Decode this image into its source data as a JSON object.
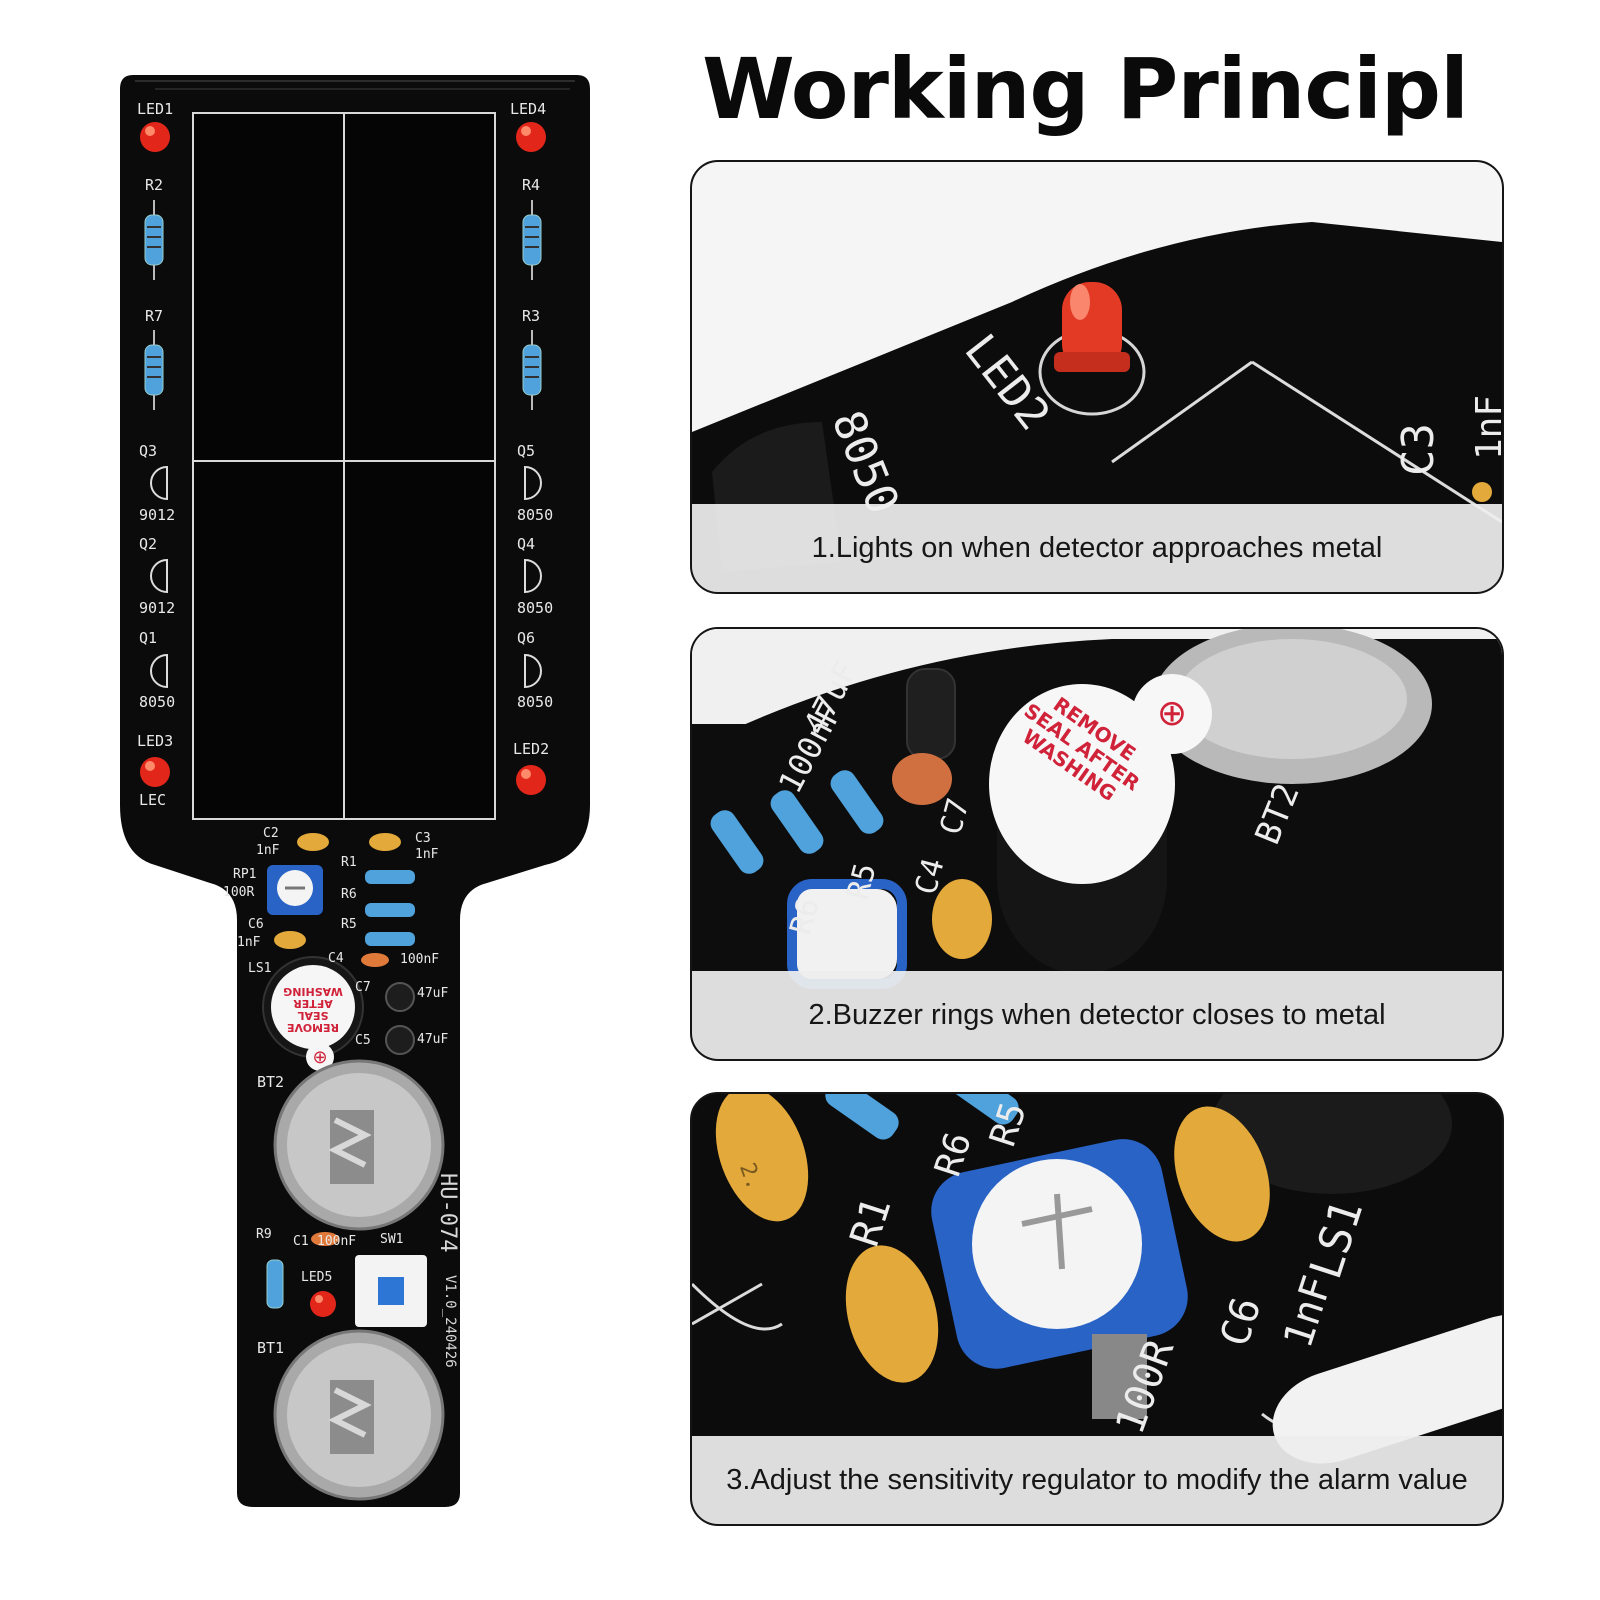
{
  "title": "Working Principl",
  "board": {
    "labels": {
      "led1": "LED1",
      "led4": "LED4",
      "r2": "R2",
      "r4": "R4",
      "r7": "R7",
      "r3": "R3",
      "q3": "Q3",
      "q3_part": "9012",
      "q5": "Q5",
      "q5_part": "8050",
      "q2": "Q2",
      "q2_part": "9012",
      "q4": "Q4",
      "q4_part": "8050",
      "q1": "Q1",
      "q1_part": "8050",
      "q6": "Q6",
      "q6_part": "8050",
      "led3": "LED3",
      "led3_sub": "LEC",
      "led2": "LED2",
      "c2": "C2",
      "c2_val": "1nF",
      "c3": "C3",
      "c3_val": "1nF",
      "rp1": "RP1",
      "rp1_val": "100R",
      "r1": "R1",
      "r6": "R6",
      "r5": "R5",
      "c6": "C6",
      "c6_val": "1nF",
      "c4": "C4",
      "c4_val": "100nF",
      "ls1": "LS1",
      "c7": "C7",
      "c7_val": "47uF",
      "c5": "C5",
      "c5_val": "47uF",
      "bt2": "BT2",
      "model": "HU-074",
      "version": "V1.0_240426",
      "r9": "R9",
      "c1": "C1",
      "c1_val": "100nF",
      "sw1": "SW1",
      "led5": "LED5",
      "bt1": "BT1"
    },
    "buzzer_seal": "REMOVE SEAL AFTER WASHING"
  },
  "panels": [
    {
      "caption": "1.Lights on when detector approaches metal",
      "labels": {
        "led": "LED2",
        "part": "8050",
        "cap": "C3",
        "cap_val": "1nF"
      }
    },
    {
      "caption": "2.Buzzer rings when detector closes to metal",
      "labels": {
        "cap_val": "47uF",
        "cap2_val": "100nF",
        "c7": "C7",
        "c4": "C4",
        "r5": "R5",
        "r6": "R6",
        "bt2": "BT2",
        "buzzer_seal": "REMOVE SEAL AFTER WASHING"
      }
    },
    {
      "caption": "3.Adjust the sensitivity regulator to modify the alarm value",
      "labels": {
        "r1": "R1",
        "r6": "R6",
        "r5": "R5",
        "ls1": "LS1",
        "c6": "C6",
        "c6_val": "1nF",
        "rp1_val": "100R",
        "cap_mark": "2."
      }
    }
  ],
  "colors": {
    "pcb": "#0b0b0b",
    "silkscreen": "#e8e8e8",
    "led_red": "#e3261a",
    "cap_yellow": "#e3a93a",
    "trimmer_blue": "#2a63c6",
    "caption_bg": "#eeeeee"
  }
}
